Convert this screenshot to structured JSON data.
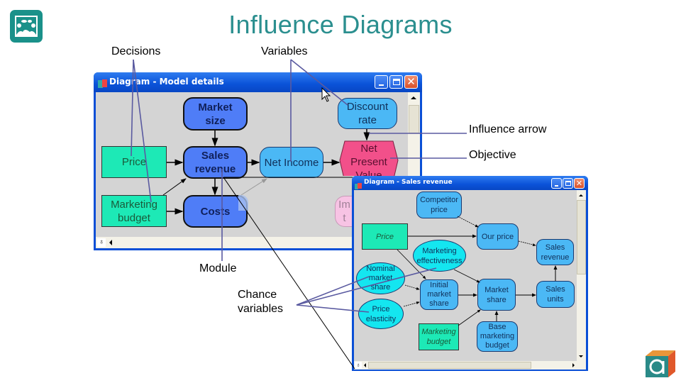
{
  "slide": {
    "title": "Influence Diagrams",
    "logo_top_left": "analytica-people-icon",
    "logo_bottom_right": "analytica-cube-logo"
  },
  "callouts": {
    "decisions": "Decisions",
    "variables": "Variables",
    "influence_arrow": "Influence arrow",
    "objective": "Objective",
    "module": "Module",
    "chance_variables_line1": "Chance",
    "chance_variables_line2": "variables"
  },
  "window_main": {
    "title": "Diagram - Model details",
    "nodes": {
      "market_size": [
        "Market",
        "size"
      ],
      "price": "Price",
      "sales_revenue": [
        "Sales",
        "revenue"
      ],
      "net_income": "Net Income",
      "discount_rate": [
        "Discount",
        "rate"
      ],
      "npv": [
        "Net",
        "Present",
        "Value"
      ],
      "marketing_budget": [
        "Marketing",
        "budget"
      ],
      "costs": "Costs",
      "ghost": [
        "Im",
        "t"
      ]
    }
  },
  "window_sub": {
    "title": "Diagram - Sales revenue",
    "nodes": {
      "competitor_price": [
        "Competitor",
        "price"
      ],
      "price": "Price",
      "our_price": "Our price",
      "sales_revenue": [
        "Sales",
        "revenue"
      ],
      "marketing_effectiveness": [
        "Marketing",
        "effectiveness"
      ],
      "nominal_market_share": [
        "Nominal",
        "market",
        "share"
      ],
      "initial_market_share": [
        "Initial",
        "market",
        "share"
      ],
      "market_share": [
        "Market",
        "share"
      ],
      "sales_units": [
        "Sales",
        "units"
      ],
      "price_elasticity": [
        "Price",
        "elasticity"
      ],
      "marketing_budget": [
        "Marketing",
        "budget"
      ],
      "base_marketing_budget": [
        "Base",
        "marketing",
        "budget"
      ]
    }
  }
}
